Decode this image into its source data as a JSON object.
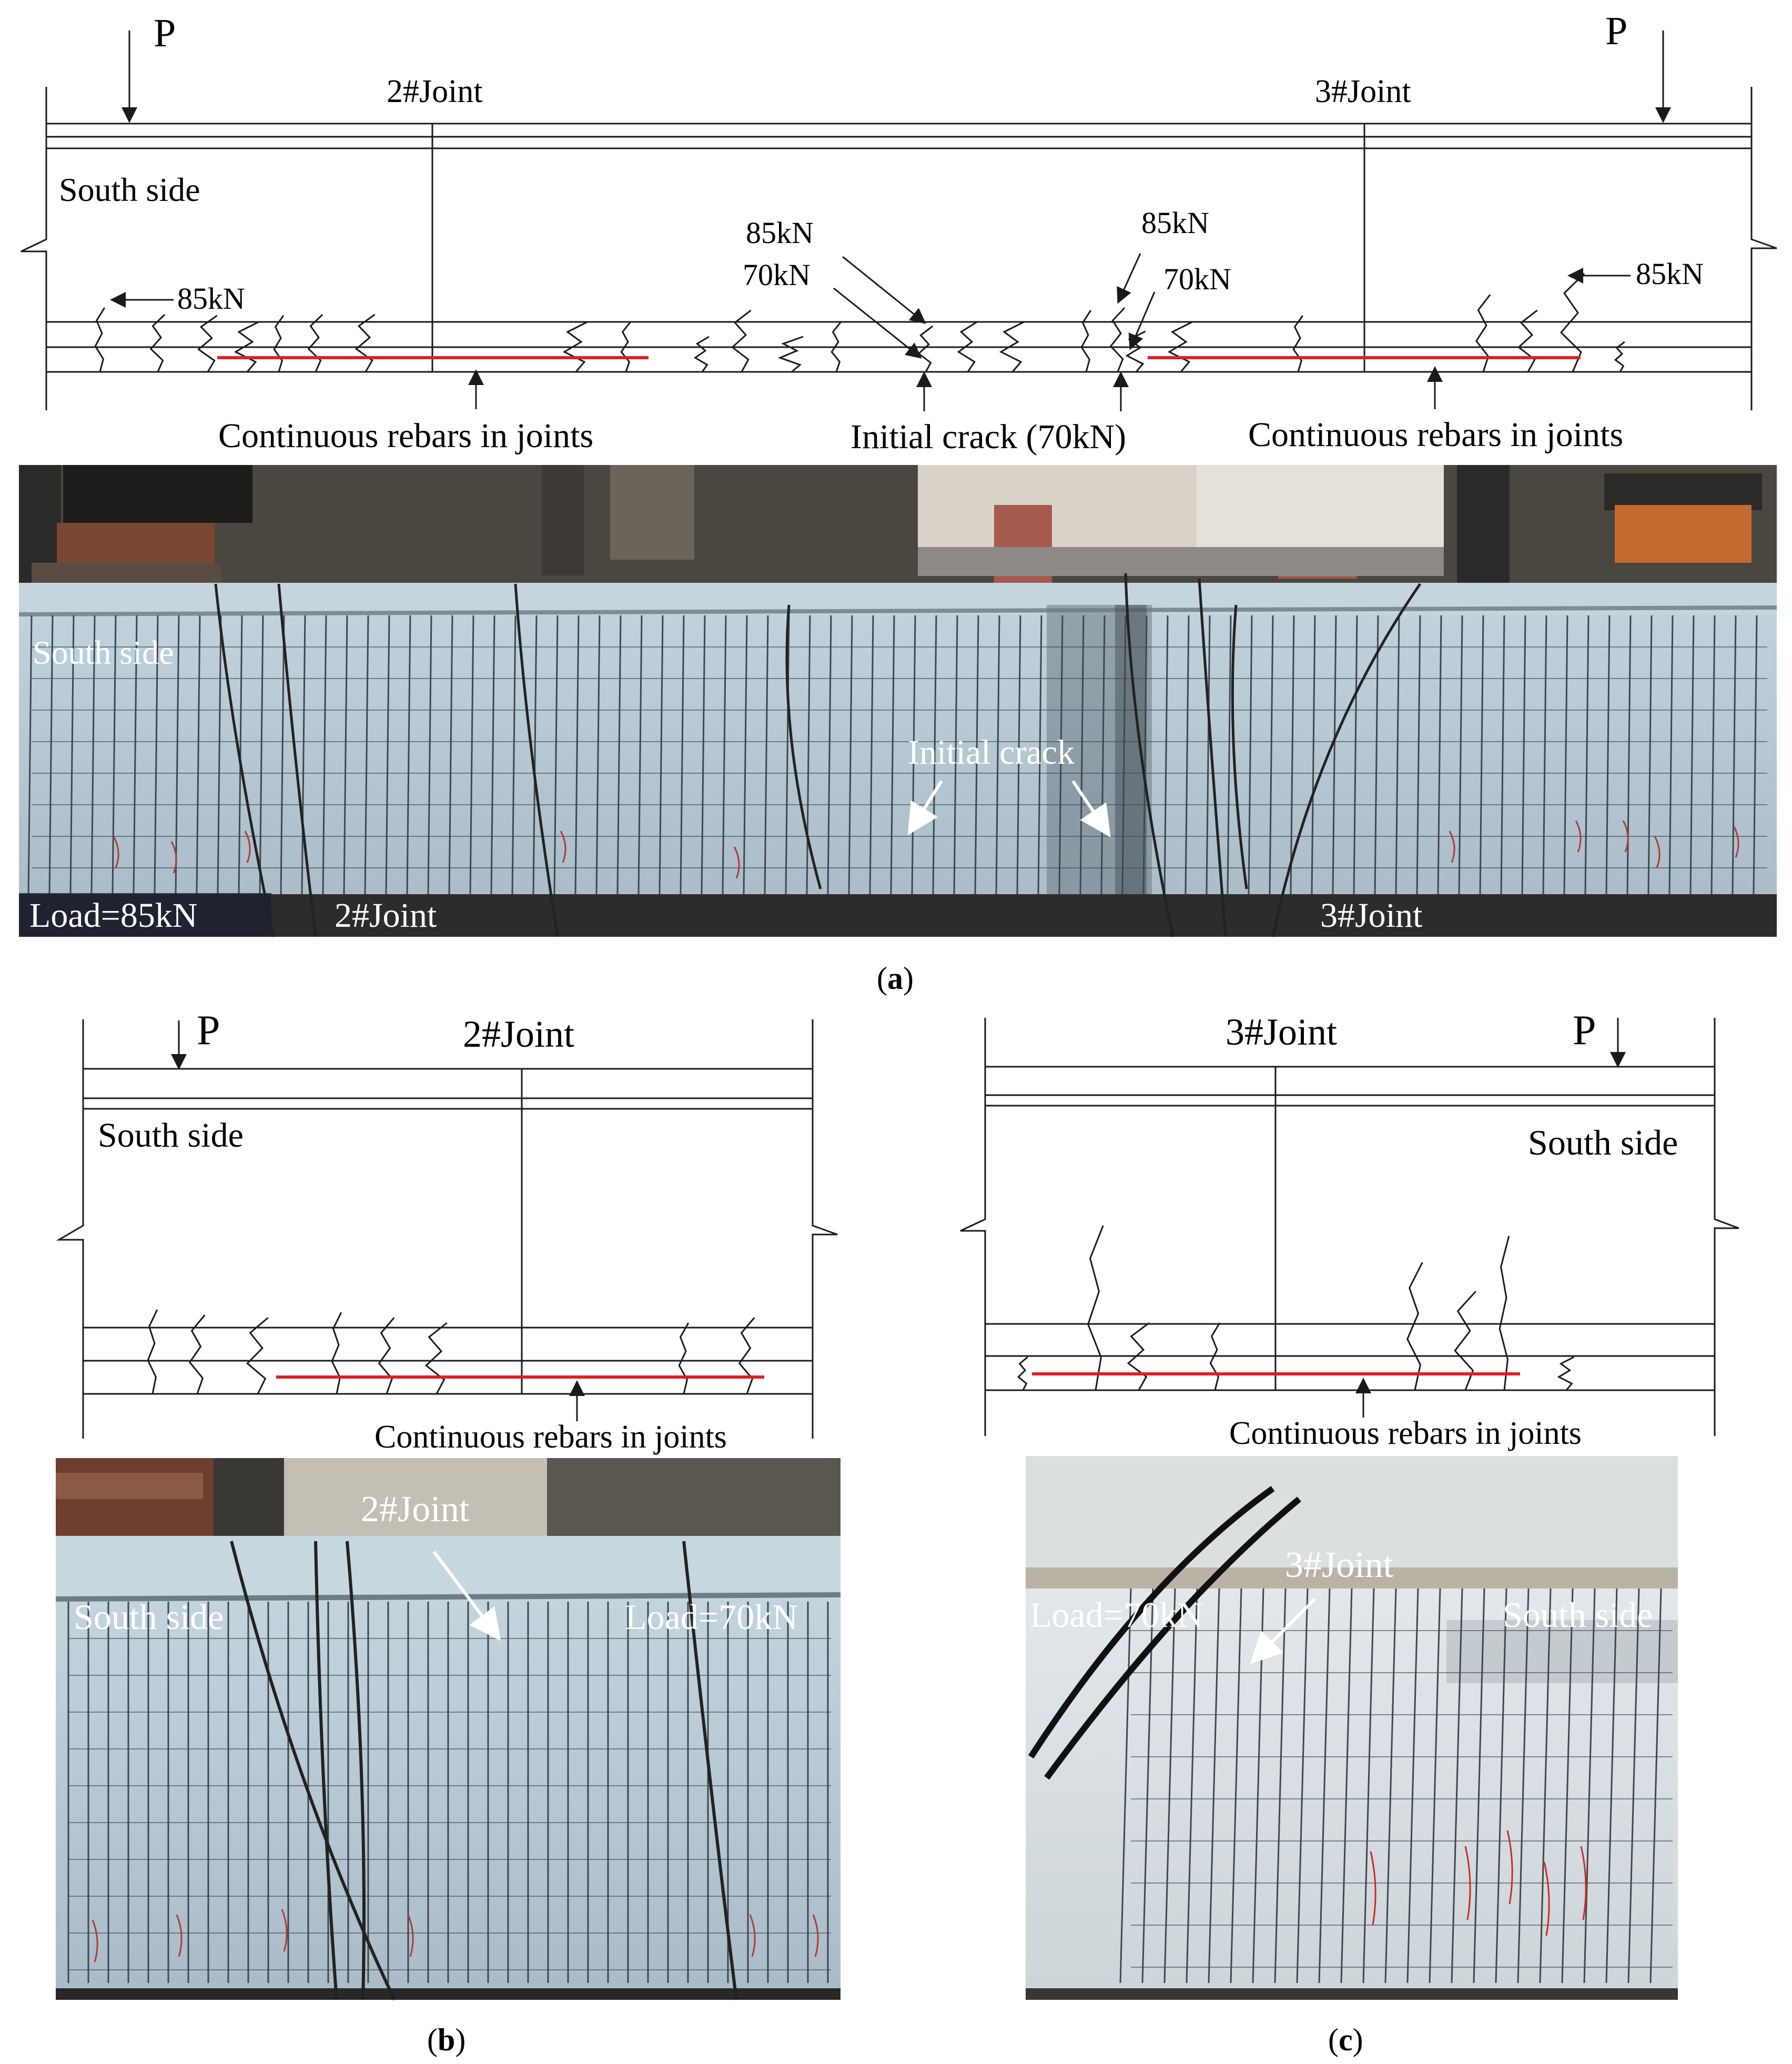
{
  "panel_a": {
    "diagram": {
      "load_left": "P",
      "load_right": "P",
      "joint_left": "2#Joint",
      "joint_right": "3#Joint",
      "side_label": "South side",
      "load_85_left": "85kN",
      "load_85_mid": "85kN",
      "load_70_mid": "70kN",
      "load_85_mid2": "85kN",
      "load_70_mid2": "70kN",
      "load_85_right": "85kN",
      "rebar_left_label": "Continuous rebars in joints",
      "initial_crack_label": "Initial crack (70kN)",
      "rebar_right_label": "Continuous rebars in joints"
    },
    "photo": {
      "side_label": "South side",
      "initial_crack": "Initial crack",
      "load": "Load=85kN",
      "joint_left": "2#Joint",
      "joint_right": "3#Joint"
    },
    "caption": {
      "open": "(",
      "letter": "a",
      "close": ")"
    }
  },
  "panel_b": {
    "diagram": {
      "load": "P",
      "joint": "2#Joint",
      "side_label": "South side",
      "rebar_label": "Continuous rebars in joints"
    },
    "photo": {
      "joint": "2#Joint",
      "side_label": "South side",
      "load": "Load=70kN"
    },
    "caption": {
      "open": "(",
      "letter": "b",
      "close": ")"
    }
  },
  "panel_c": {
    "diagram": {
      "joint": "3#Joint",
      "load": "P",
      "side_label": "South side",
      "rebar_label": "Continuous rebars in joints"
    },
    "photo": {
      "joint": "3#Joint",
      "load": "Load=70kN",
      "side_label": "South side"
    },
    "caption": {
      "open": "(",
      "letter": "c",
      "close": ")"
    }
  },
  "colors": {
    "line": "#1a1a1a",
    "rebar": "#e02020",
    "beam_paint": "#b9ccd6",
    "grid": "#39424a",
    "photo_text": "#ffffff"
  }
}
